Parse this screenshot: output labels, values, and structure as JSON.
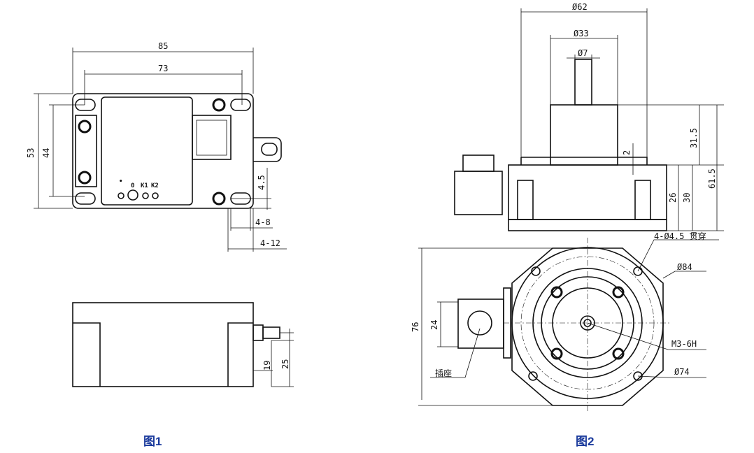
{
  "colors": {
    "caption": "#1a3a9c",
    "line": "#111111"
  },
  "figure1": {
    "caption": "图1",
    "dims": {
      "width_outer": "85",
      "width_holes": "73",
      "height_outer": "53",
      "height_holes": "44",
      "edge": "4.5",
      "slot_width": "4-8",
      "slot_length": "4-12",
      "side_h1": "19",
      "side_h2": "25"
    },
    "panel_labels": {
      "power": "•",
      "zero": "0",
      "k1": "K1",
      "k2": "K2"
    }
  },
  "figure2": {
    "caption": "图2",
    "dims": {
      "d62": "Ø62",
      "d33": "Ø33",
      "d7": "Ø7",
      "h31_5": "31.5",
      "h61_5": "61.5",
      "h26": "26",
      "h30": "30",
      "h2": "2",
      "holes": "4-Ø4.5 贯穿",
      "d84": "Ø84",
      "thread": "M3-6H",
      "d74": "Ø74",
      "h76": "76",
      "h24": "24",
      "socket": "插座"
    }
  }
}
